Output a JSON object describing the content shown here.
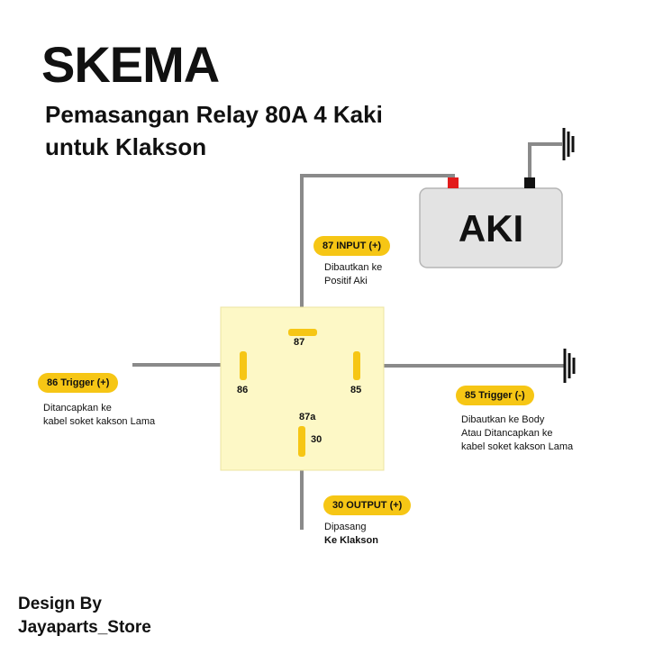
{
  "title": "SKEMA",
  "subtitle_line1": "Pemasangan Relay 80A 4 Kaki",
  "subtitle_line2": "untuk Klakson",
  "battery": {
    "label": "AKI"
  },
  "pins": {
    "p87": {
      "pill": "87  INPUT (+)",
      "number": "87",
      "note_line1": "Dibautkan ke",
      "note_line2": "Positif Aki"
    },
    "p86": {
      "pill": "86  Trigger (+)",
      "number": "86",
      "note_line1": "Ditancapkan ke",
      "note_line2": "kabel soket kakson Lama"
    },
    "p85": {
      "pill": "85  Trigger (-)",
      "number": "85",
      "note_line1": "Dibautkan ke Body",
      "note_line2": "Atau Ditancapkan ke",
      "note_line3": "kabel soket kakson Lama"
    },
    "p30": {
      "pill": "30  OUTPUT (+)",
      "number": "30",
      "number_alt": "87a",
      "note_line1": "Dipasang",
      "note_line2": "Ke Klakson"
    }
  },
  "credit_line1": "Design By",
  "credit_line2": "Jayaparts_Store",
  "colors": {
    "relay_body": "#fdf8c6",
    "pin": "#f6c615",
    "wire": "#8a8a8a",
    "battery_body": "#e3e3e3",
    "positive_terminal": "#e21b1b",
    "negative_terminal": "#111111"
  }
}
